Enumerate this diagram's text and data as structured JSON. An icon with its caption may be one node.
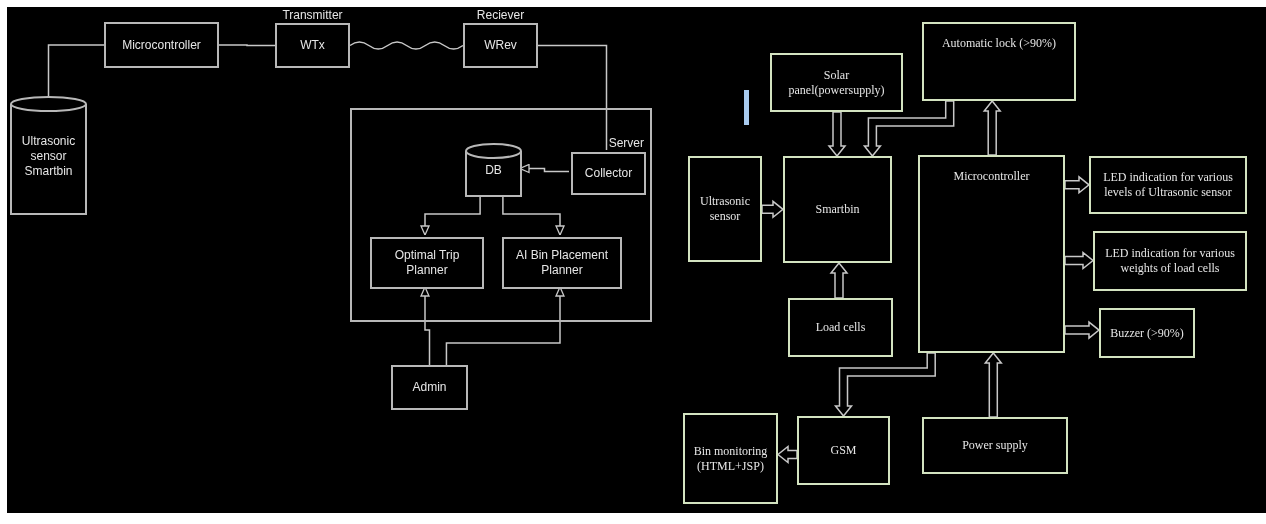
{
  "diagram": {
    "nodes": [
      {
        "text": [
          "Microcontroller"
        ]
      },
      {
        "text": [
          "Transmitter",
          "WTx"
        ]
      },
      {
        "text": [
          "Reciever",
          "WRev"
        ]
      },
      {
        "text": [
          "Ultrasonic sensor Smartbin"
        ]
      },
      {
        "text": [
          "Server"
        ]
      },
      {
        "text": [
          "DB"
        ],
        "in": 4
      },
      {
        "text": [
          "Collector"
        ],
        "in": 4
      },
      {
        "text": [
          "Optimal Trip Planner"
        ],
        "in": 4
      },
      {
        "text": [
          "AI Bin Placement Planner"
        ],
        "in": 4
      },
      {
        "text": [
          "Admin"
        ]
      },
      {
        "text": [
          "Solar panel(powersupply)"
        ]
      },
      {
        "text": [
          "Automatic lock (>90%)"
        ]
      },
      {
        "text": [
          "Ultrasonic sensor"
        ]
      },
      {
        "text": [
          "Smartbin"
        ]
      },
      {
        "text": [
          "Microcontroller"
        ]
      },
      {
        "text": [
          "LED indication for various levels of Ultrasonic sensor"
        ]
      },
      {
        "text": [
          "LED indication for various weights of load cells"
        ]
      },
      {
        "text": [
          "Buzzer (>90%)"
        ]
      },
      {
        "text": [
          "Load cells"
        ]
      },
      {
        "text": [
          "GSM"
        ]
      },
      {
        "text": [
          "Bin monitoring (HTML+JSP)"
        ]
      },
      {
        "text": [
          "Power supply"
        ]
      }
    ],
    "edges": [
      {
        "from": 3,
        "to": 0,
        "arrow": "none"
      },
      {
        "from": 0,
        "to": 1,
        "arrow": "none"
      },
      {
        "from": 1,
        "to": 2,
        "arrow": "none"
      },
      {
        "from": 2,
        "to": 6,
        "arrow": "none"
      },
      {
        "from": 6,
        "to": 5,
        "arrow": "to"
      },
      {
        "from": 5,
        "to": 7,
        "arrow": "to"
      },
      {
        "from": 5,
        "to": 8,
        "arrow": "to"
      },
      {
        "from": 9,
        "to": 7,
        "arrow": "to"
      },
      {
        "from": 9,
        "to": 8,
        "arrow": "to"
      },
      {
        "from": 10,
        "to": 13,
        "arrow": "to"
      },
      {
        "from": 11,
        "to": 13,
        "arrow": "to"
      },
      {
        "from": 14,
        "to": 11,
        "arrow": "to"
      },
      {
        "from": 12,
        "to": 13,
        "arrow": "to"
      },
      {
        "from": 18,
        "to": 13,
        "arrow": "to"
      },
      {
        "from": 14,
        "to": 15,
        "arrow": "to"
      },
      {
        "from": 14,
        "to": 16,
        "arrow": "to"
      },
      {
        "from": 14,
        "to": 17,
        "arrow": "to"
      },
      {
        "from": 14,
        "to": 19,
        "arrow": "to"
      },
      {
        "from": 19,
        "to": 20,
        "arrow": "to"
      },
      {
        "from": 21,
        "to": 14,
        "arrow": "to"
      }
    ]
  }
}
